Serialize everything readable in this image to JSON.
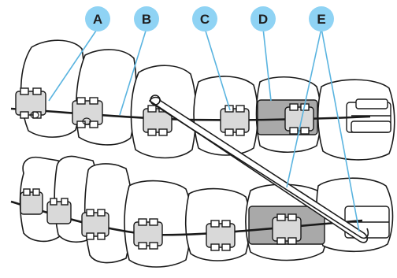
{
  "callouts": [
    {
      "key": "a",
      "letter": "A"
    },
    {
      "key": "b",
      "letter": "B"
    },
    {
      "key": "c",
      "letter": "C"
    },
    {
      "key": "d",
      "letter": "D"
    },
    {
      "key": "e",
      "letter": "E"
    }
  ],
  "colors": {
    "callout_fill": "#8fd3f4",
    "callout_text": "#1f1f1f",
    "leader_line": "#5ab4e0",
    "outline": "#1a1a1a",
    "tooth_fill": "#ffffff",
    "band_fill": "#a9a9a9",
    "wire": "#1a1a1a",
    "bracket_fill": "#d9d9d9"
  }
}
